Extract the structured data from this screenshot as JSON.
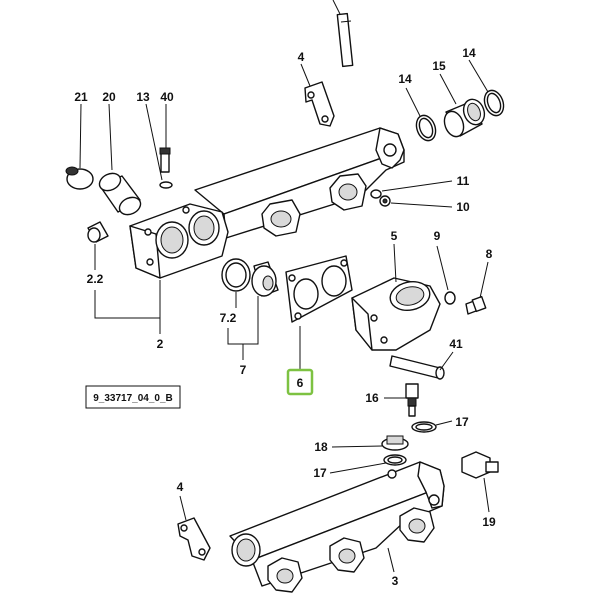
{
  "diagram": {
    "reference_code": "9_33717_04_0_B",
    "highlight_color": "#7dc242",
    "highlighted_callout": "6",
    "callouts": {
      "c21": "21",
      "c20": "20",
      "c13": "13",
      "c40": "40",
      "c4_top": "4",
      "c14_left": "14",
      "c15": "15",
      "c14_right": "14",
      "c11": "11",
      "c10": "10",
      "c22": "2.2",
      "c2": "2",
      "c72": "7.2",
      "c7": "7",
      "c6": "6",
      "c5": "5",
      "c9": "9",
      "c8": "8",
      "c41": "41",
      "c16": "16",
      "c17_right": "17",
      "c18": "18",
      "c17_left": "17",
      "c4_bottom": "4",
      "c19": "19",
      "c3": "3"
    }
  }
}
